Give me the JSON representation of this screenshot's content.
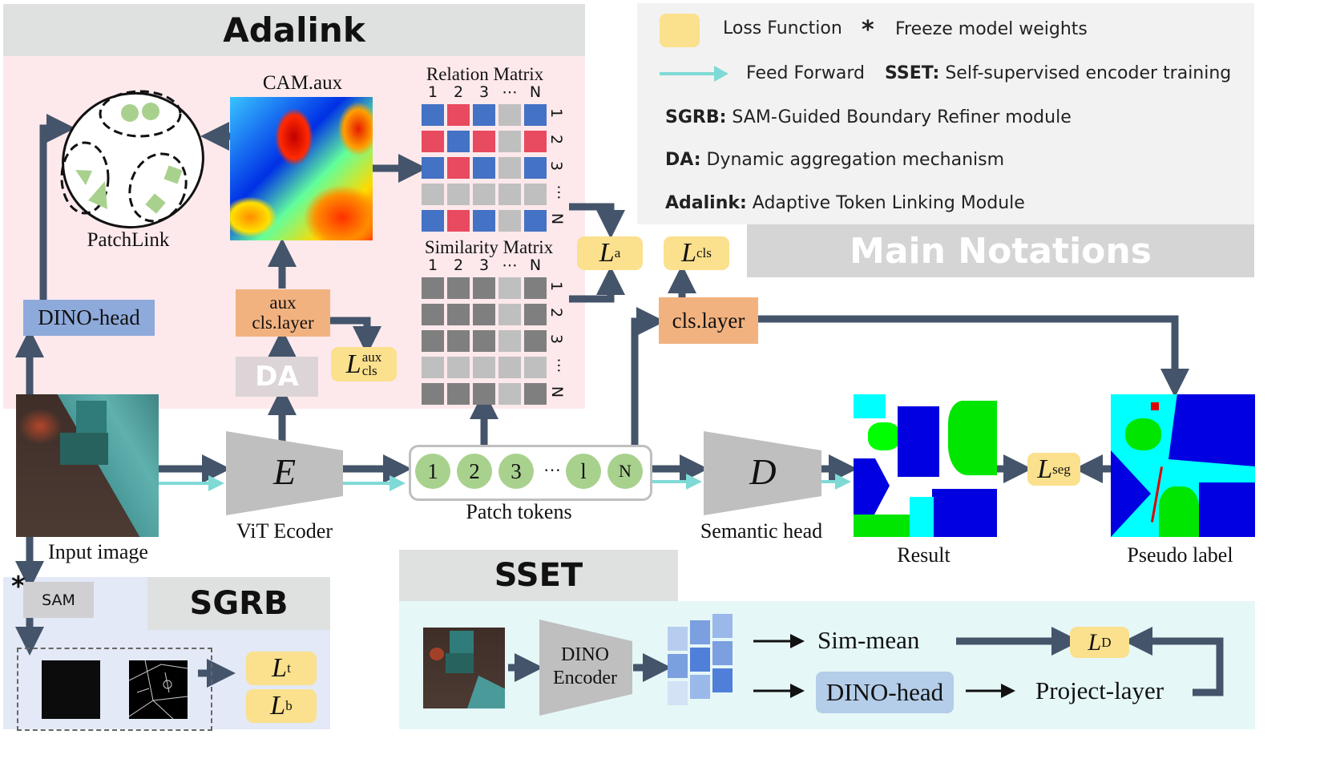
{
  "sections": {
    "adalink": "Adalink",
    "sgrb": "SGRB",
    "sset": "SSET",
    "main_notations": "Main Notations"
  },
  "legend": {
    "loss_function": "Loss Function",
    "freeze_symbol": "*",
    "freeze": "Freeze model weights",
    "feed_forward": "Feed Forward",
    "sset_key": "SSET:",
    "sset_desc": "Self-supervised encoder training",
    "sgrb_key": "SGRB:",
    "sgrb_desc": "SAM-Guided Boundary Refiner module",
    "da_key": "DA:",
    "da_desc": "Dynamic aggregation mechanism",
    "adalink_key": "Adalink:",
    "adalink_desc": "Adaptive Token Linking Module"
  },
  "adalink": {
    "patchlink_label": "PatchLink",
    "cam_label": "CAM.aux",
    "dino_head": "DINO-head",
    "aux_cls_layer_line1": "aux",
    "aux_cls_layer_line2": "cls.layer",
    "da": "DA",
    "loss_aux_main": "L",
    "loss_aux_sup": "aux",
    "loss_aux_sub": "cls",
    "relation_matrix": {
      "title": "Relation Matrix",
      "col_labels": [
        "1",
        "2",
        "3",
        "⋯",
        "N"
      ],
      "row_labels": [
        "1",
        "2",
        "3",
        "⋯",
        "N"
      ],
      "cells": [
        [
          "blue",
          "red",
          "blue",
          "gray",
          "blue"
        ],
        [
          "red",
          "blue",
          "red",
          "gray",
          "red"
        ],
        [
          "blue",
          "red",
          "blue",
          "gray",
          "blue"
        ],
        [
          "gray",
          "gray",
          "gray",
          "gray",
          "gray"
        ],
        [
          "blue",
          "red",
          "blue",
          "gray",
          "blue"
        ]
      ]
    },
    "similarity_matrix": {
      "title": "Similarity Matrix",
      "col_labels": [
        "1",
        "2",
        "3",
        "⋯",
        "N"
      ],
      "row_labels": [
        "1",
        "2",
        "3",
        "⋯",
        "N"
      ],
      "cells": [
        [
          "dark",
          "dark",
          "dark",
          "light",
          "dark"
        ],
        [
          "dark",
          "dark",
          "dark",
          "light",
          "dark"
        ],
        [
          "dark",
          "dark",
          "dark",
          "light",
          "dark"
        ],
        [
          "light",
          "light",
          "light",
          "light",
          "light"
        ],
        [
          "dark",
          "dark",
          "dark",
          "light",
          "dark"
        ]
      ]
    }
  },
  "losses": {
    "la_main": "L",
    "la_sub": "a",
    "lcls_main": "L",
    "lcls_sub": "cls",
    "lseg_main": "L",
    "lseg_sub": "seg",
    "lt_main": "L",
    "lt_sub": "t",
    "lb_main": "L",
    "lb_sub": "b",
    "ld_main": "L",
    "ld_sub": "D"
  },
  "pipeline": {
    "input_image": "Input image",
    "encoder_symbol": "E",
    "encoder_label": "ViT Ecoder",
    "patch_tokens_label": "Patch tokens",
    "tokens": [
      "1",
      "2",
      "3",
      "···",
      "l",
      "N"
    ],
    "decoder_symbol": "D",
    "decoder_label": "Semantic head",
    "cls_layer": "cls.layer",
    "result_label": "Result",
    "pseudo_label": "Pseudo label"
  },
  "sgrb": {
    "sam": "SAM",
    "freeze_symbol": "*"
  },
  "sset": {
    "dino_encoder_line1": "DINO",
    "dino_encoder_line2": "Encoder",
    "sim_mean": "Sim-mean",
    "dino_head": "DINO-head",
    "project_layer": "Project-layer"
  },
  "colors": {
    "arrow": "#44546a",
    "feed_forward": "#7fdad6",
    "loss": "#fbe08d",
    "orange_block": "#f2b27f",
    "dino_head": "#8eaadb",
    "matrix_blue": "#4472c4",
    "matrix_red": "#e84a5f",
    "matrix_gray": "#bfbfbf",
    "matrix_dark": "#7f7f7f",
    "token_green": "#a9d18e"
  }
}
